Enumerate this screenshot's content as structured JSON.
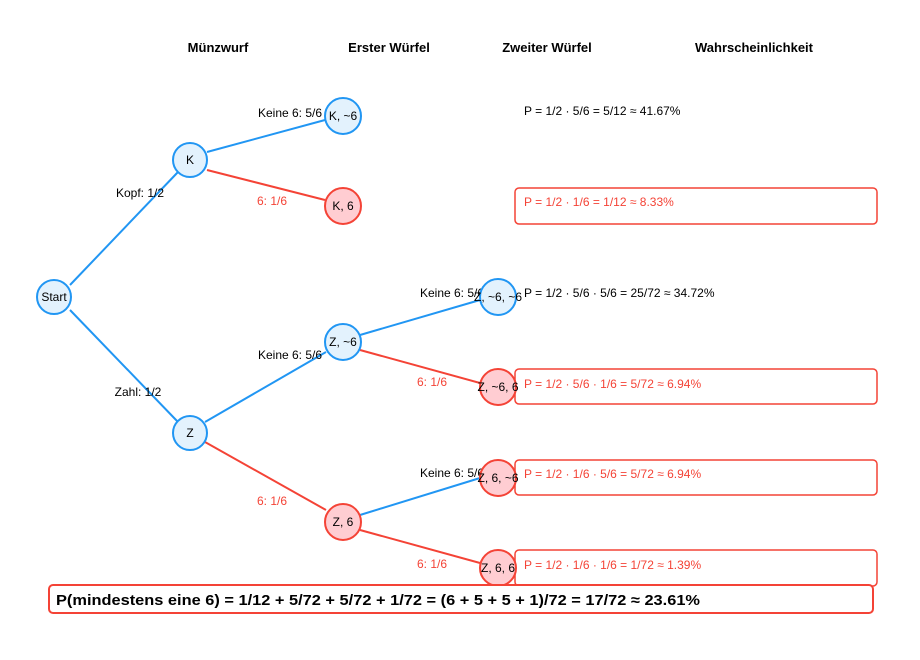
{
  "headers": {
    "coin": "Münzwurf",
    "die1": "Erster Würfel",
    "die2": "Zweiter Würfel",
    "prob": "Wahrscheinlichkeit"
  },
  "nodes": {
    "start": "Start",
    "k": "K",
    "z": "Z",
    "k_not6": "K, ~6",
    "k_6": "K, 6",
    "z_not6": "Z, ~6",
    "z_6": "Z, 6",
    "z_not6_not6": "Z, ~6, ~6",
    "z_not6_6": "Z, ~6, 6",
    "z_6_not6": "Z, 6, ~6",
    "z_6_6": "Z, 6, 6"
  },
  "edges": {
    "start_k": "Kopf: 1/2",
    "start_z": "Zahl: 1/2",
    "k_not6": "Keine 6: 5/6",
    "k_6": "6: 1/6",
    "z_not6": "Keine 6: 5/6",
    "z_6": "6: 1/6",
    "zn_not6": "Keine 6: 5/6",
    "zn_6": "6: 1/6",
    "z6_not6": "Keine 6: 5/6",
    "z6_6": "6: 1/6"
  },
  "results": {
    "k_not6": "P = 1/2 · 5/6 = 5/12 ≈ 41.67%",
    "k_6": "P = 1/2 · 1/6 = 1/12 ≈ 8.33%",
    "z_not6_not6": "P = 1/2 · 5/6 · 5/6 = 25/72 ≈ 34.72%",
    "z_not6_6": "P = 1/2 · 5/6 · 1/6 = 5/72 ≈ 6.94%",
    "z_6_not6": "P = 1/2 · 1/6 · 5/6 = 5/72 ≈ 6.94%",
    "z_6_6": "P = 1/2 · 1/6 · 1/6 = 1/72 ≈ 1.39%"
  },
  "total": "P(mindestens eine 6) = 1/12 + 5/72 + 5/72 + 1/72 = (6 + 5 + 5 + 1)/72 = 17/72 ≈ 23.61%",
  "colors": {
    "blue": "#2196f3",
    "blue_fill": "#e3f2fd",
    "red": "#f44336",
    "red_fill": "#ffcdd2"
  }
}
